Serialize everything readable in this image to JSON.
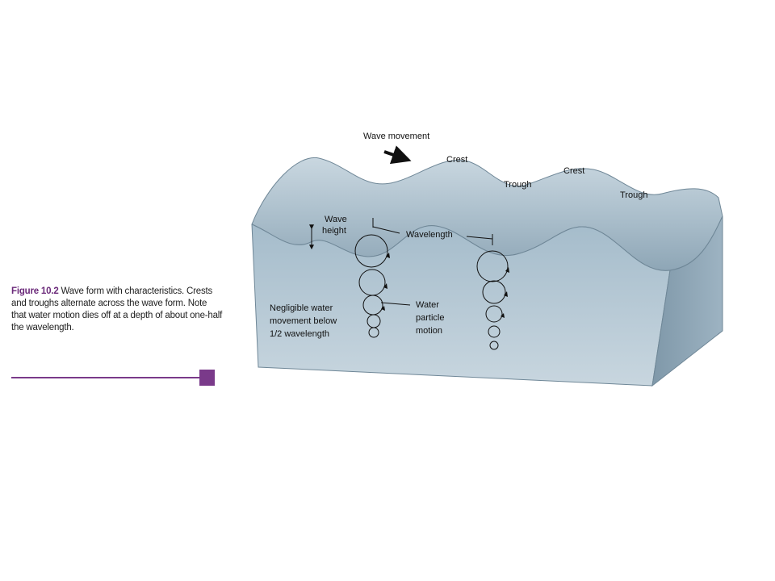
{
  "labels": {
    "wave_movement": "Wave movement",
    "crest_1": "Crest",
    "crest_2": "Crest",
    "trough_1": "Trough",
    "trough_2": "Trough",
    "wave_height_1": "Wave",
    "wave_height_2": "height",
    "wavelength": "Wavelength",
    "water_motion_1": "Water",
    "water_motion_2": "particle",
    "water_motion_3": "motion",
    "negligible_1": "Negligible water",
    "negligible_2": "movement below",
    "negligible_3": "1/2 wavelength"
  },
  "caption": {
    "figure": "Figure 10.2",
    "text": " Wave form with characteristics. Crests and troughs alternate across the wave form. Note that water motion dies off at a depth of about one-half the wavelength."
  },
  "colors": {
    "accent": "#7a3a8a"
  }
}
